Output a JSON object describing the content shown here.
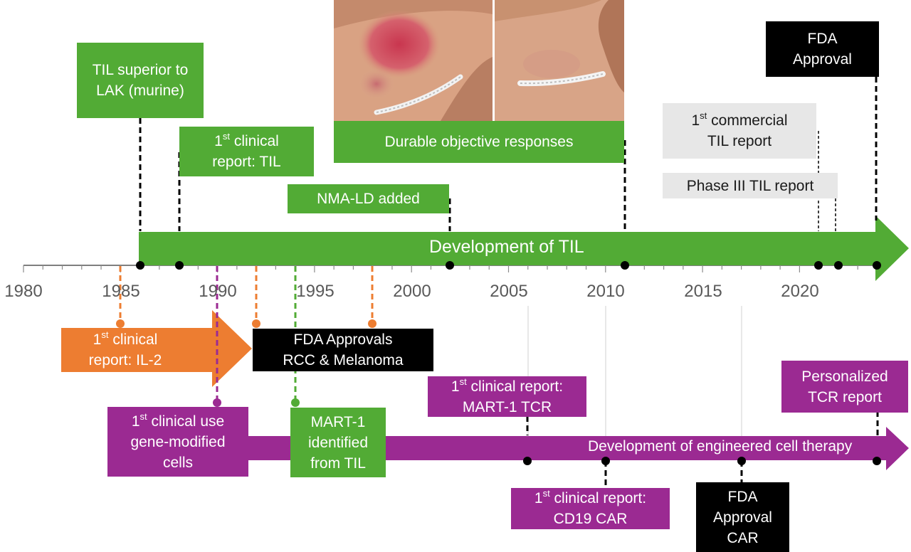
{
  "axis": {
    "years": [
      "1980",
      "1985",
      "1990",
      "1995",
      "2000",
      "2005",
      "2010",
      "2015",
      "2020"
    ]
  },
  "til_track": {
    "label": "Development of TIL",
    "events": {
      "lak": "TIL superior to LAK (murine)",
      "first_clinical_til": {
        "sup": "st",
        "text": "clinical report: TIL"
      },
      "nma_ld": "NMA-LD added",
      "durable": "Durable objective responses",
      "commercial": {
        "sup": "st",
        "text": "commercial TIL report"
      },
      "phase3": "Phase III TIL report",
      "fda": "FDA Approval"
    }
  },
  "il2": {
    "first_report": {
      "sup": "st",
      "text": "clinical report: IL-2"
    },
    "fda_line1": "FDA Approvals",
    "fda_line2": "RCC & Melanoma"
  },
  "engineered_track": {
    "label": "Development of engineered cell therapy",
    "events": {
      "gene_modified": {
        "sup": "st",
        "text": "clinical use gene-modified cells"
      },
      "mart1": "MART-1 identified from TIL",
      "mart1_tcr": {
        "sup": "st",
        "text": "clinical report: MART-1 TCR"
      },
      "cd19_car": {
        "sup": "st",
        "text": "clinical report: CD19 CAR"
      },
      "fda_car": "FDA Approval CAR",
      "personalized_tcr": "Personalized TCR report"
    }
  },
  "colors": {
    "green": "#52ab35",
    "orange": "#ed7d31",
    "purple": "#9b2a92",
    "black": "#000000",
    "gray": "#e7e7e7",
    "axis": "#7f7f7f"
  }
}
